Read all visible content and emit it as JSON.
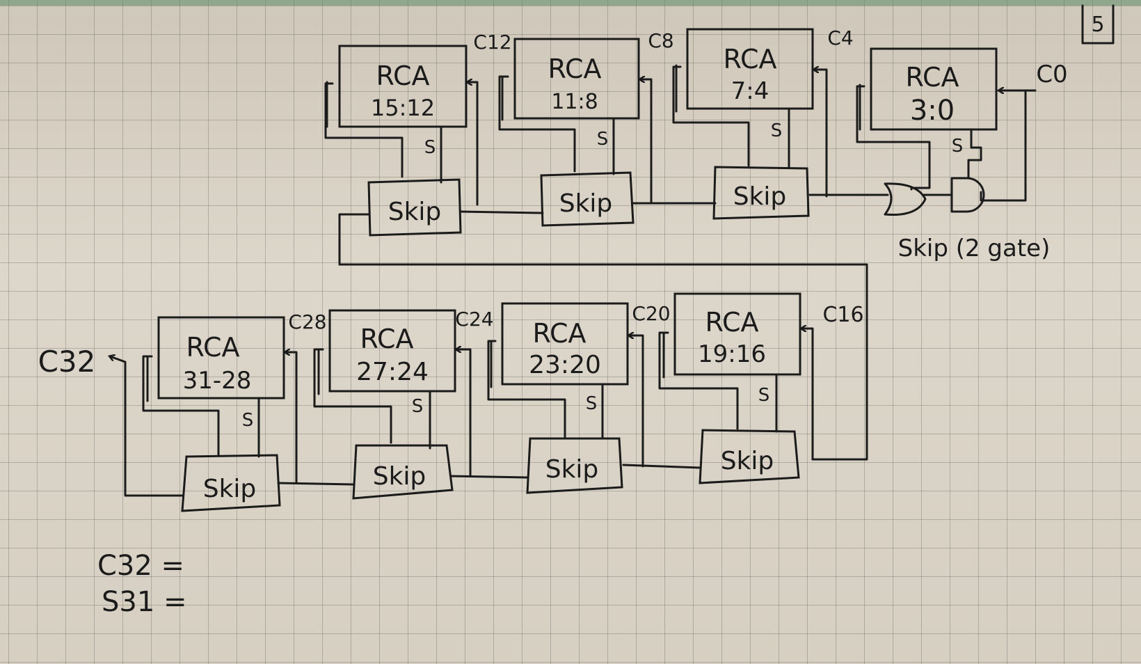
{
  "page_number": "5",
  "top_row": {
    "blocks": [
      {
        "title": "RCA",
        "range": "15:12",
        "carry_out": "C12",
        "sum_label": "S",
        "skip_label": "Skip"
      },
      {
        "title": "RCA",
        "range": "11:8",
        "carry_out": "C8",
        "sum_label": "S",
        "skip_label": "Skip"
      },
      {
        "title": "RCA",
        "range": "7:4",
        "carry_out": "C4",
        "sum_label": "S",
        "skip_label": "Skip"
      },
      {
        "title": "RCA",
        "range": "3:0",
        "sum_label": "S"
      }
    ],
    "carry_in": "C0",
    "skip_note": "Skip (2 gate)"
  },
  "bottom_row": {
    "blocks": [
      {
        "title": "RCA",
        "range": "31-28",
        "carry_in_label": "C28",
        "sum_label": "S",
        "skip_label": "Skip"
      },
      {
        "title": "RCA",
        "range": "27:24",
        "carry_in_label": "C24",
        "sum_label": "S",
        "skip_label": "Skip"
      },
      {
        "title": "RCA",
        "range": "23:20",
        "carry_in_label": "C20",
        "sum_label": "S",
        "skip_label": "Skip"
      },
      {
        "title": "RCA",
        "range": "19:16",
        "carry_in_label": "C16",
        "sum_label": "S",
        "skip_label": "Skip"
      }
    ],
    "carry_out": "C32"
  },
  "notes": [
    "C32 =",
    "S31 ="
  ]
}
